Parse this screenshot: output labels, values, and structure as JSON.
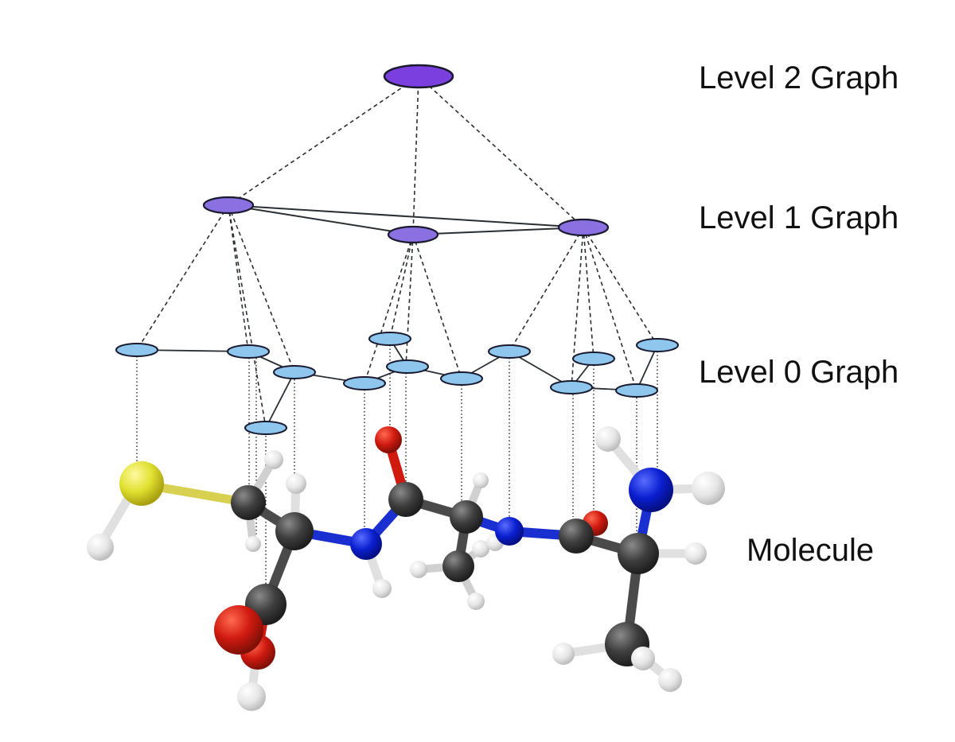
{
  "labels": {
    "level2": "Level 2 Graph",
    "level1": "Level 1 Graph",
    "level0": "Level 0 Graph",
    "molecule": "Molecule"
  },
  "colors": {
    "level2_node": "#7b3fe0",
    "level1_node": "#8a70e0",
    "level0_node": "#8ec6ee",
    "node_stroke": "#1a1a2e",
    "edge": "#2a2f33",
    "carbon": "#404040",
    "hydrogen": "#eeeeee",
    "nitrogen": "#0a1fd0",
    "oxygen": "#d01a10",
    "sulfur": "#e0e030",
    "bond": "#505050"
  }
}
